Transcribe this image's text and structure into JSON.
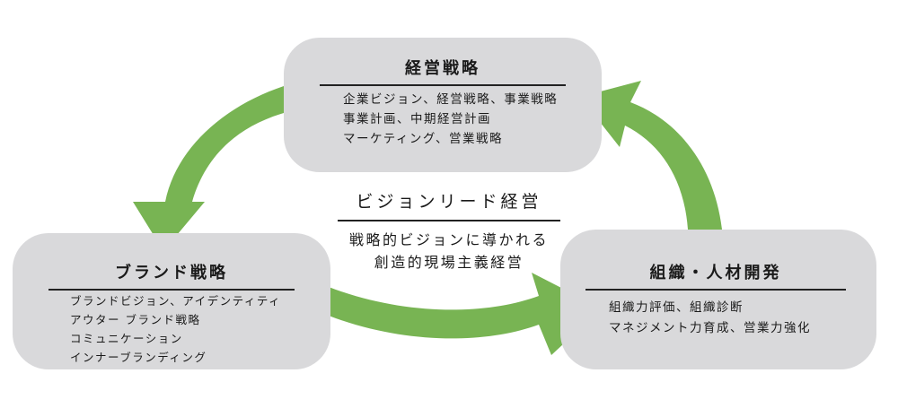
{
  "boxes": {
    "keiei": {
      "title": "経営戦略",
      "items": [
        "企業ビジョン、経営戦略、事業戦略",
        "事業計画、中期経営計画",
        "マーケティング、営業戦略"
      ]
    },
    "brand": {
      "title": "ブランド戦略",
      "items": [
        "ブランドビジョン、アイデンティティ",
        "アウター ブランド戦略",
        "コミュニケーション",
        "インナーブランディング"
      ]
    },
    "soshiki": {
      "title": "組織・人材開発",
      "items": [
        "組織力評価、組織診断",
        "マネジメント力育成、営業力強化"
      ]
    }
  },
  "center": {
    "title": "ビジョンリード経営",
    "lines": [
      "戦略的ビジョンに導かれる",
      "創造的現場主義経営"
    ]
  },
  "colors": {
    "arrow": "#78b453",
    "box": "#d9d9db",
    "text": "#1a1a1a"
  }
}
